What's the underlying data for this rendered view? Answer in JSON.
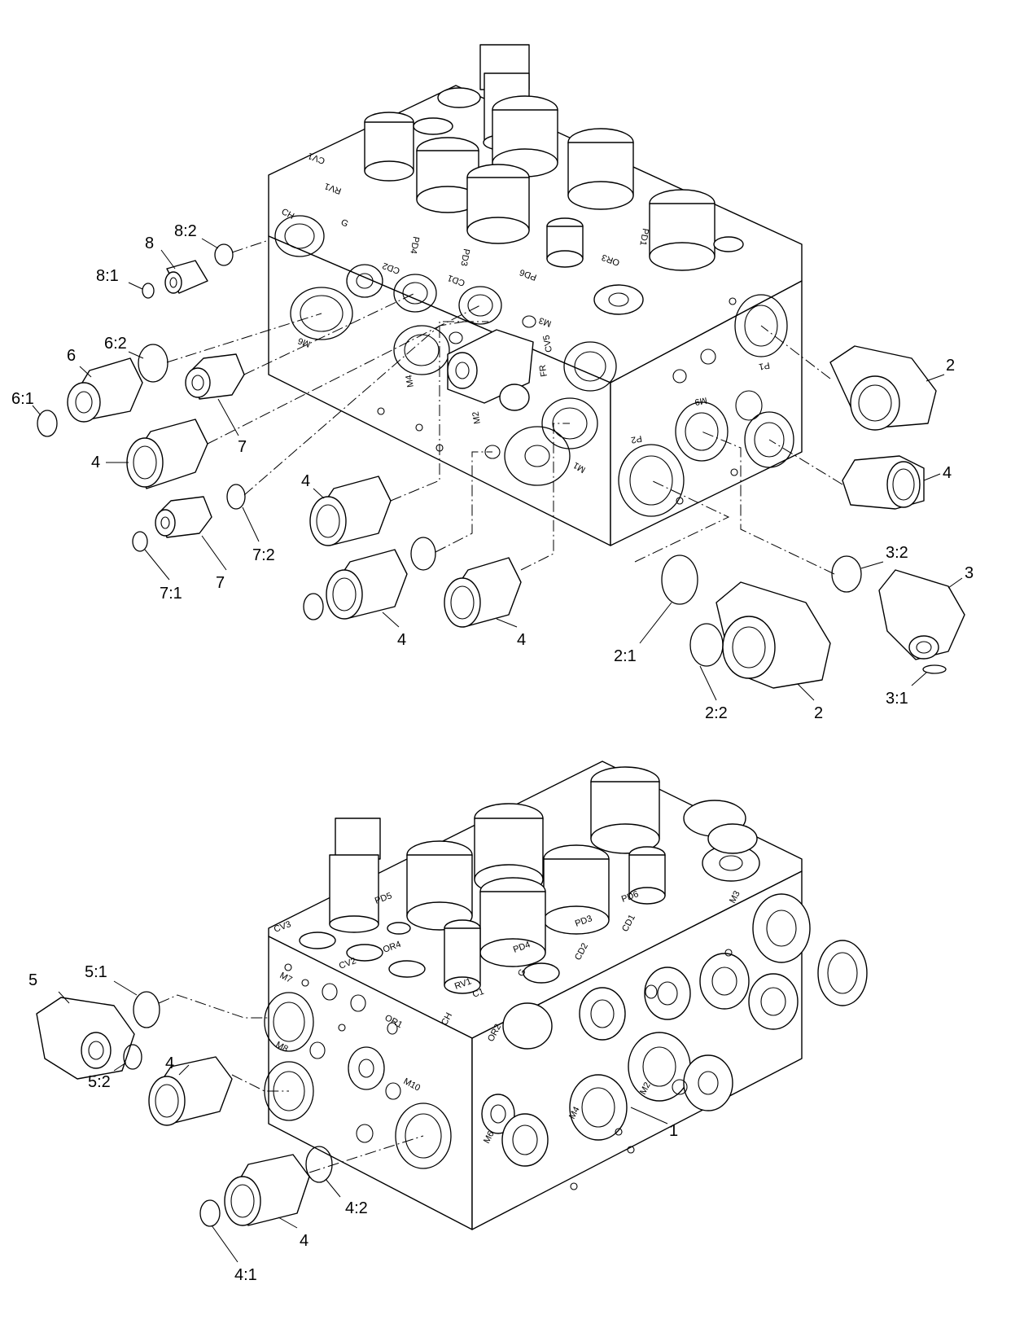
{
  "callouts": {
    "c1": "1",
    "c2a": "2",
    "c2b": "2",
    "c2_1": "2:1",
    "c2_2": "2:2",
    "c3": "3",
    "c3_1": "3:1",
    "c3_2": "3:2",
    "c4a": "4",
    "c4b": "4",
    "c4c": "4",
    "c4d": "4",
    "c4e": "4",
    "c4f": "4",
    "c4g": "4",
    "c4_1": "4:1",
    "c4_2": "4:2",
    "c5": "5",
    "c5_1": "5:1",
    "c5_2": "5:2",
    "c6": "6",
    "c6_1": "6:1",
    "c6_2": "6:2",
    "c7a": "7",
    "c7b": "7",
    "c7_1": "7:1",
    "c7_2": "7:2",
    "c8": "8",
    "c8_1": "8:1",
    "c8_2": "8:2"
  },
  "ports_top": {
    "ch": "CH",
    "g": "G",
    "m6": "M6",
    "cd2": "CD2",
    "cd1": "CD1",
    "m4": "M4",
    "m3": "M3",
    "cv5": "CV5",
    "fr": "FR",
    "m2": "M2",
    "m1": "M1",
    "p2": "P2",
    "m9": "M9",
    "p1": "P1",
    "pd4": "PD4",
    "pd3": "PD3",
    "pd6": "PD6",
    "or3": "OR3",
    "pd1": "PD1",
    "cv1": "CV1",
    "rv1": "RV1"
  },
  "ports_bottom": {
    "m7": "M7",
    "m8": "M8",
    "m10": "M10",
    "or1": "OR1",
    "ch": "CH",
    "or2": "OR2",
    "m6": "M6",
    "m4": "M4",
    "m2": "M2",
    "cd2": "CD2",
    "cd1": "CD1",
    "g": "G",
    "rv1": "RV1",
    "cv3": "CV3",
    "cv2": "CV2",
    "or4": "OR4",
    "pd5": "PD5",
    "pd4": "PD4",
    "pd3": "PD3",
    "pd6": "PD6",
    "m3": "M3",
    "c1": "C1"
  }
}
